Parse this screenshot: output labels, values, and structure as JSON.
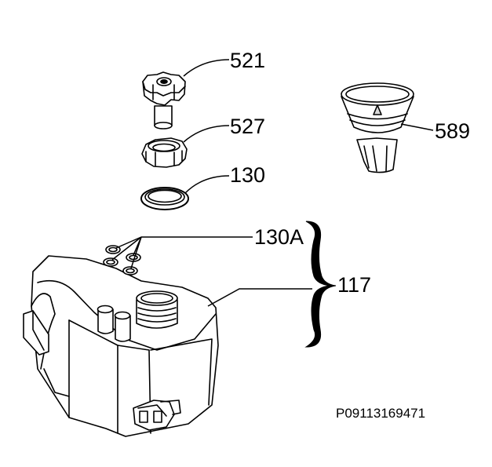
{
  "labels": {
    "knob": "521",
    "nut": "527",
    "gasket": "130",
    "funnel": "589",
    "seals": "130A",
    "assembly": "117"
  },
  "reference_code": "P09113169471",
  "colors": {
    "line": "#000000",
    "fill": "#ffffff",
    "shade": "#e6e6e6"
  }
}
